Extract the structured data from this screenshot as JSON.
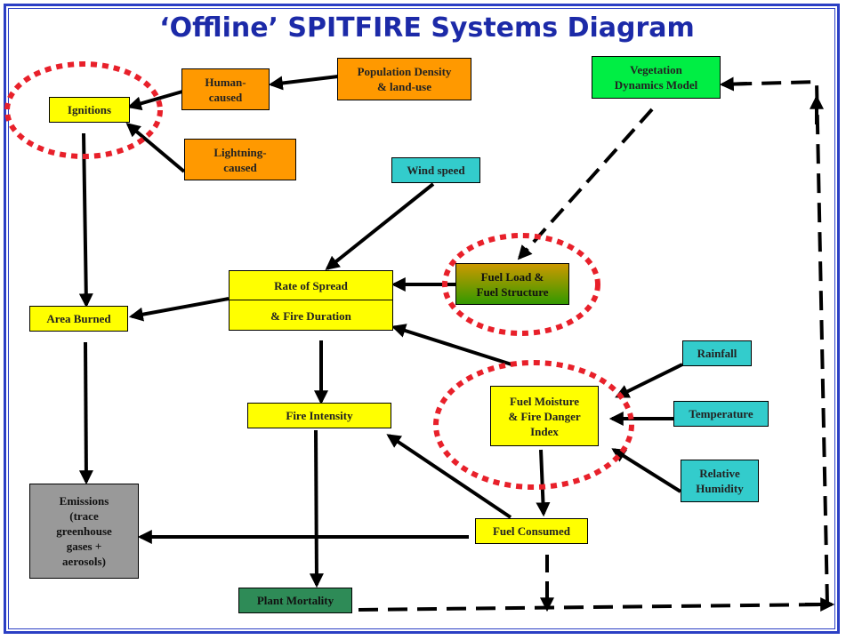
{
  "title": "‘Offline’ SPITFIRE Systems Diagram",
  "nodes": {
    "ignitions": "Ignitions",
    "human_caused": "Human-\ncaused",
    "lightning_caused": "Lightning-\ncaused",
    "population_density": "Population Density\n& land-use",
    "vegetation_dynamics": "Vegetation\nDynamics Model",
    "wind_speed": "Wind speed",
    "rate_of_spread": "Rate of Spread",
    "fire_duration": "& Fire Duration",
    "fuel_load": "Fuel Load &\nFuel Structure",
    "area_burned": "Area Burned",
    "rainfall": "Rainfall",
    "fuel_moisture": "Fuel Moisture\n& Fire Danger\nIndex",
    "temperature": "Temperature",
    "fire_intensity": "Fire Intensity",
    "relative_humidity": "Relative\nHumidity",
    "emissions": "Emissions\n(trace\ngreenhouse\ngases +\naerosols)",
    "fuel_consumed": "Fuel Consumed",
    "plant_mortality": "Plant Mortality"
  },
  "colors": {
    "frame": "#2b3fc4",
    "title": "#1c2aa8",
    "highlight_ring": "#e8202a",
    "orange": "#ff9900",
    "yellow": "#ffff00",
    "cyan": "#33cccc",
    "green": "#00ee44",
    "teal": "#2e8b57",
    "grey": "#999999"
  }
}
